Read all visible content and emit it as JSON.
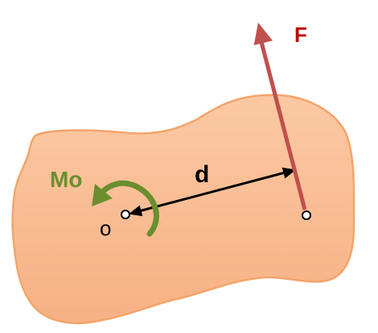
{
  "labels": {
    "force": "F",
    "moment": "Mo",
    "distance": "d",
    "origin": "o"
  },
  "colors": {
    "body_fill": "#F9BE95",
    "body_stroke": "#F4A46A",
    "force": "#C0504D",
    "moment": "#6B8E2E",
    "distance": "#000000",
    "text": "#000000"
  }
}
